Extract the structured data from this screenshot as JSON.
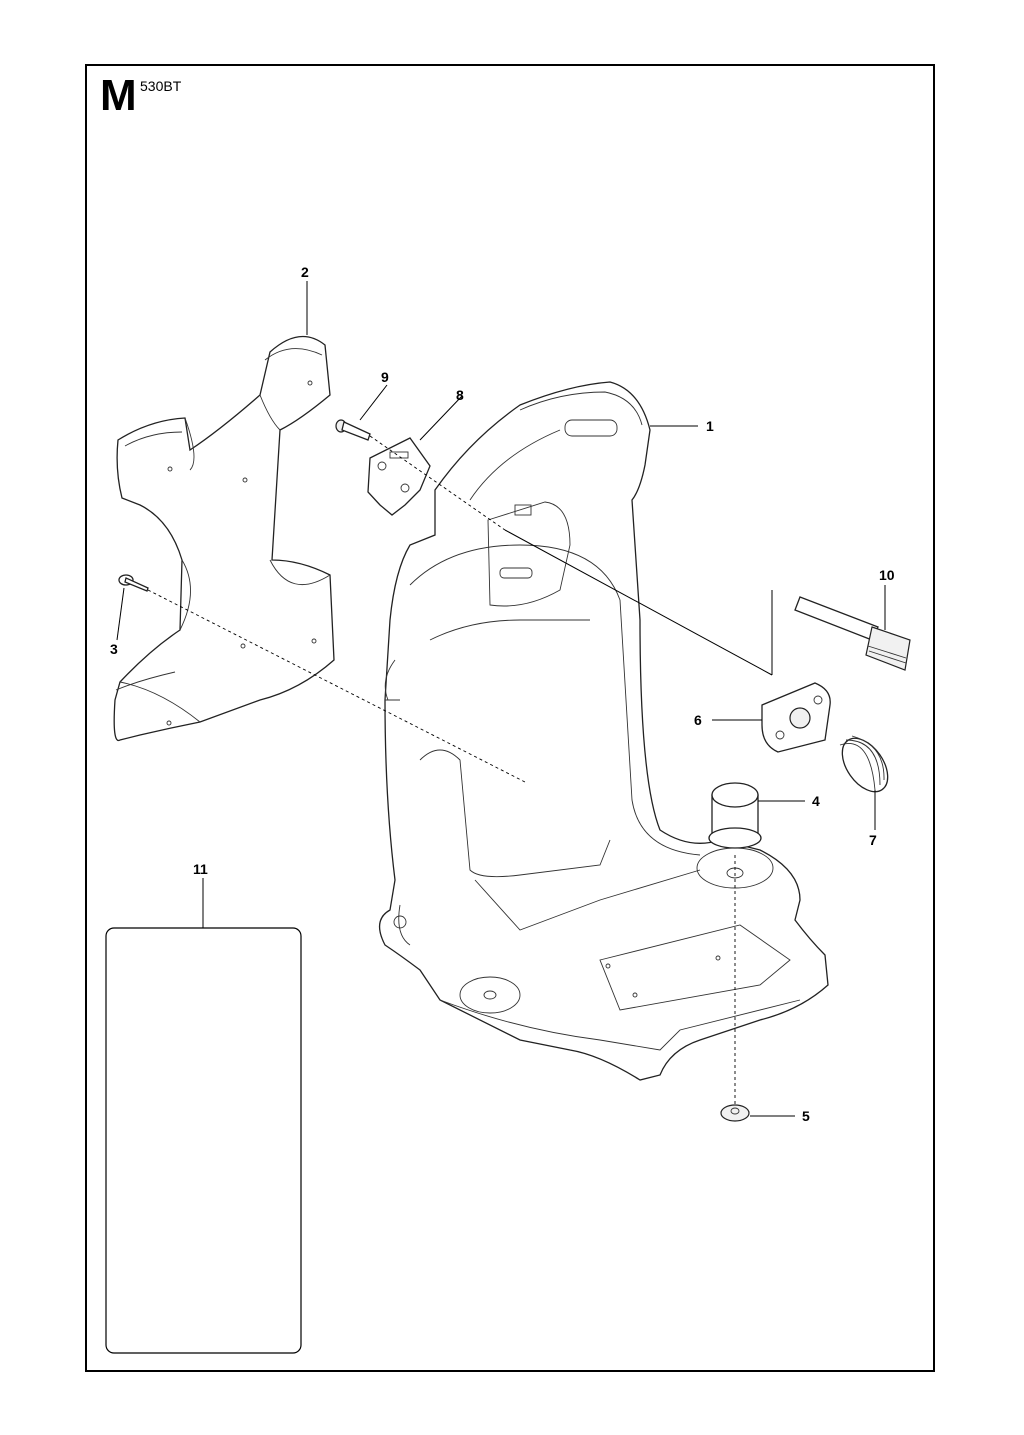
{
  "header": {
    "section_letter": "M",
    "model": "530BT"
  },
  "callouts": [
    "1",
    "2",
    "3",
    "4",
    "5",
    "6",
    "7",
    "8",
    "9",
    "10",
    "11"
  ],
  "parts": [
    {
      "ref": "1",
      "name": "backpack-frame"
    },
    {
      "ref": "2",
      "name": "back-pad"
    },
    {
      "ref": "3",
      "name": "screw"
    },
    {
      "ref": "4",
      "name": "rubber-damper"
    },
    {
      "ref": "5",
      "name": "washer"
    },
    {
      "ref": "6",
      "name": "spring-bracket"
    },
    {
      "ref": "7",
      "name": "coil-spring"
    },
    {
      "ref": "8",
      "name": "strap-bracket"
    },
    {
      "ref": "9",
      "name": "bolt"
    },
    {
      "ref": "10",
      "name": "strap"
    },
    {
      "ref": "11",
      "name": "label-panel"
    }
  ]
}
